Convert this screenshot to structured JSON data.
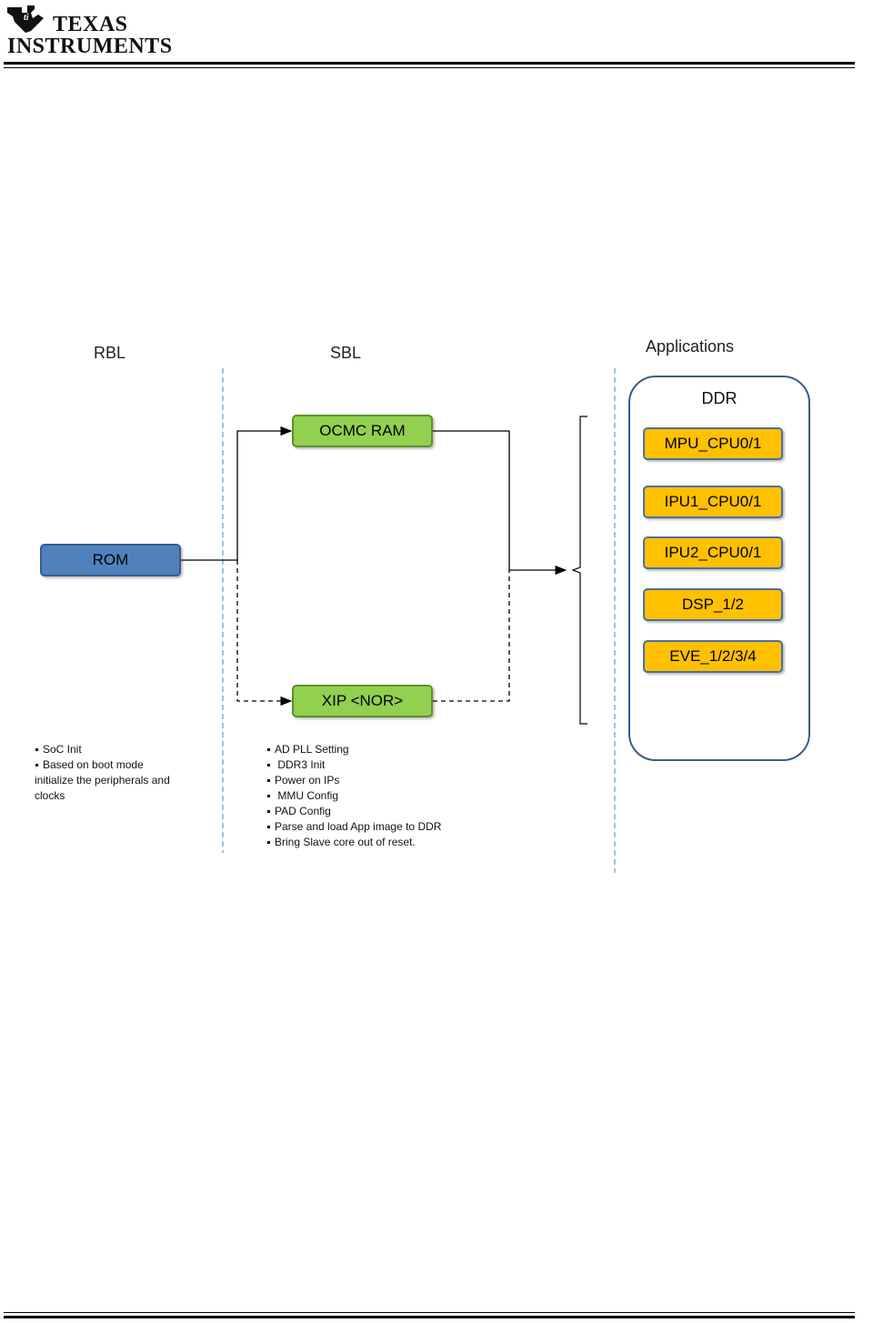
{
  "header": {
    "logo_line1": "TEXAS",
    "logo_line2": "INSTRUMENTS"
  },
  "columns": {
    "rbl": "RBL",
    "sbl": "SBL",
    "applications": "Applications"
  },
  "blocks": {
    "rom": "ROM",
    "ocmc_ram": "OCMC RAM",
    "xip_nor": "XIP <NOR>"
  },
  "ddr": {
    "title": "DDR",
    "cores": [
      "MPU_CPU0/1",
      "IPU1_CPU0/1",
      "IPU2_CPU0/1",
      "DSP_1/2",
      "EVE_1/2/3/4"
    ]
  },
  "rbl_notes": [
    "SoC Init",
    "Based on boot mode",
    "initialize the peripherals and",
    "clocks"
  ],
  "sbl_notes": [
    "AD PLL Setting",
    " DDR3 Init",
    "Power on IPs",
    " MMU Config",
    "PAD Config",
    "Parse and load App image to DDR",
    "Bring Slave core out of reset."
  ],
  "colors": {
    "rom": "#4f81bd",
    "sbl_blocks": "#92d050",
    "cores": "#ffc000",
    "divider": "#5b9bd5"
  }
}
